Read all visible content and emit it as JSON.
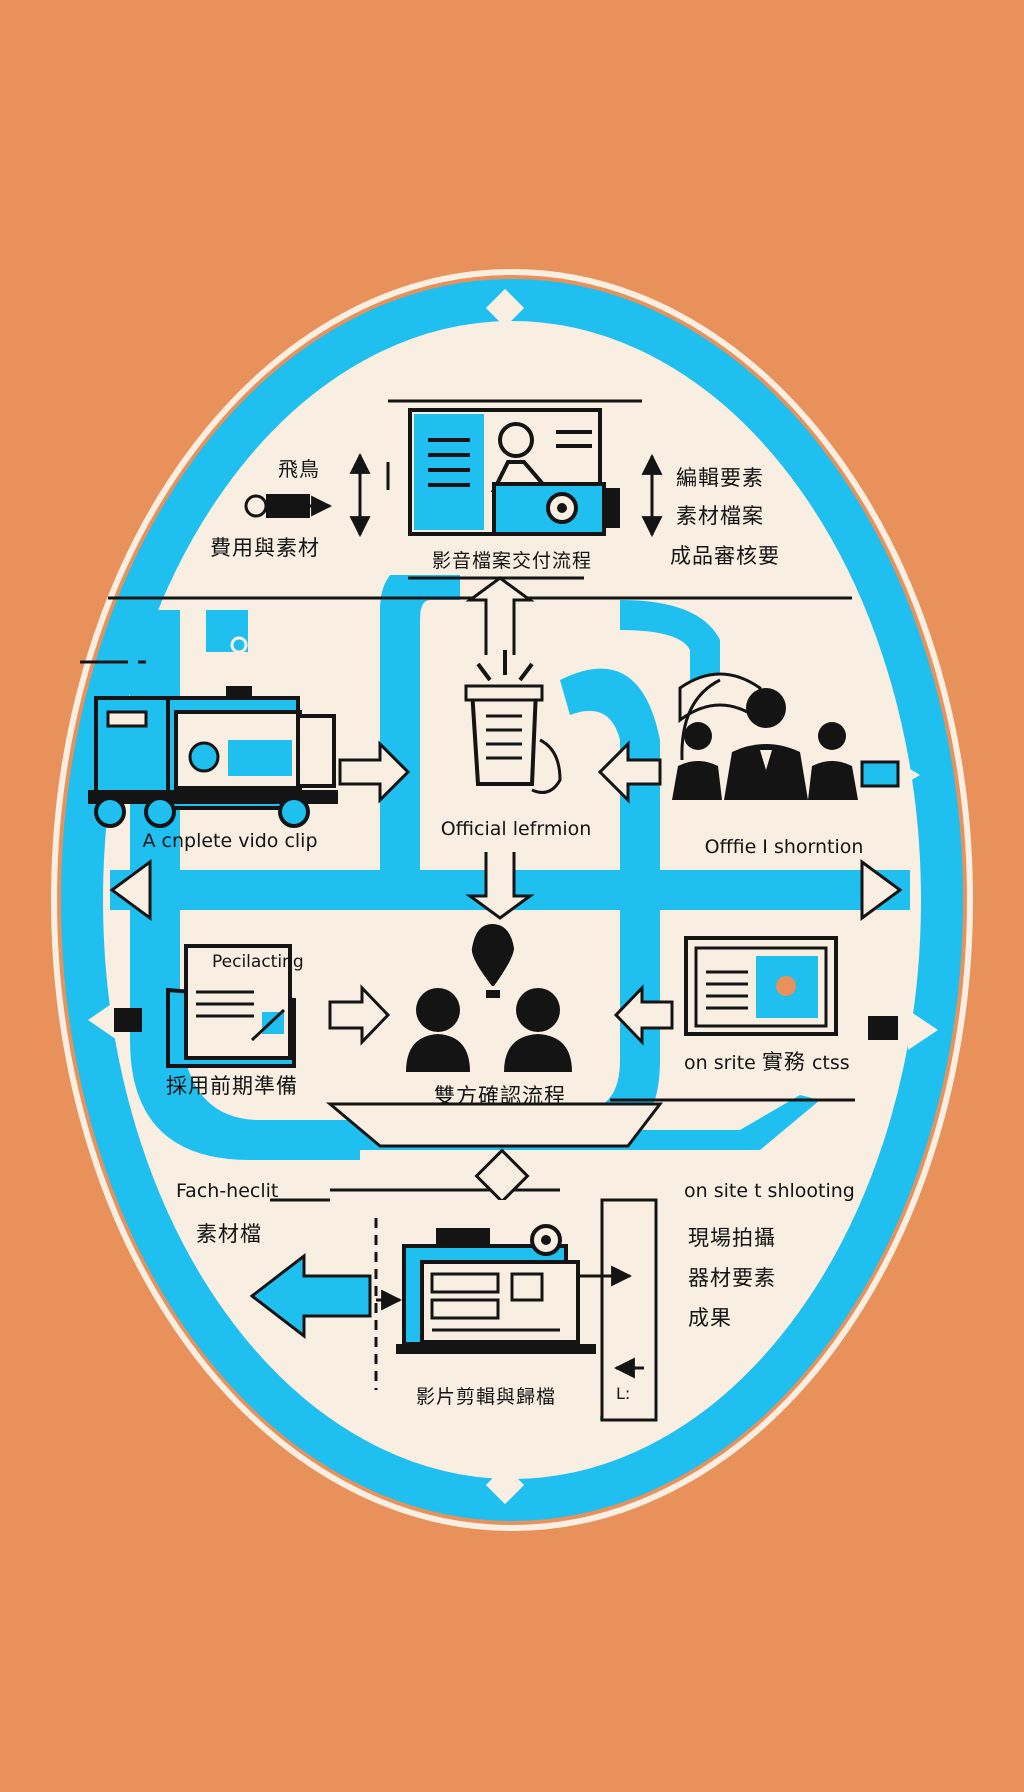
{
  "labels": {
    "top_left_small": "飛鳥",
    "top_left_caption": "費用與素材",
    "top_center_caption": "影音檔案交付流程",
    "top_right_line1": "編輯要素",
    "top_right_line2": "素材檔案",
    "top_right_line3": "成品審核要",
    "left_truck_caption": "A cnplete vido clip",
    "center_info_caption": "Official lefrmion",
    "right_people_caption": "Offfie I shorntion",
    "doc_header": "Pecilacting",
    "doc_caption": "採用前期準備",
    "meeting_caption": "雙方確認流程",
    "onsite_caption_prefix": "on srite",
    "onsite_caption_cjk": "實務",
    "onsite_caption_suffix": "ctss",
    "facheck_label": "Fach-heclit",
    "facheck_cjk": "素材檔",
    "onsite_shoot_label": "on site t shlooting",
    "onsite_shoot_line2": "現場拍攝",
    "onsite_shoot_line3": "器材要素",
    "onsite_shoot_line4": "成果",
    "bottom_caption": "影片剪輯與歸檔",
    "bottom_small_note": "L:"
  },
  "colors": {
    "background": "#E8915A",
    "ring": "#1FBFEF",
    "panel": "#F8EFE2",
    "ink": "#141414",
    "accent": "#1FBFEF"
  },
  "icons": [
    "diamond-marker-icon",
    "presentation-screen-icon",
    "video-camera-icon",
    "news-truck-icon",
    "press-document-icon",
    "business-team-icon",
    "document-icon",
    "meeting-idea-icon",
    "monitor-icon",
    "file-folder-gear-icon",
    "arrow-icon"
  ]
}
